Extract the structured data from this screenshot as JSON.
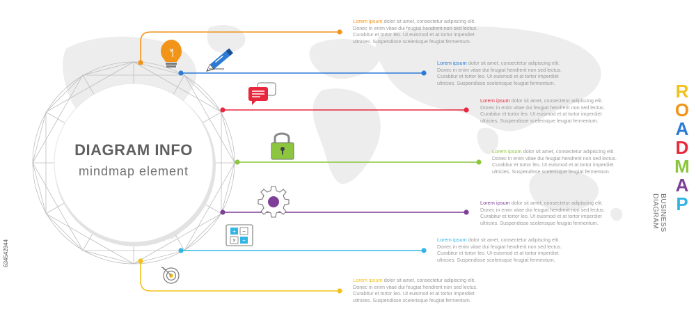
{
  "center": {
    "title": "DIAGRAM INFO",
    "subtitle": "mindmap  element"
  },
  "side": {
    "roadmap_letters": [
      {
        "ch": "R",
        "color": "#f2c21b"
      },
      {
        "ch": "O",
        "color": "#f29418"
      },
      {
        "ch": "A",
        "color": "#2b7bd6"
      },
      {
        "ch": "D",
        "color": "#e8273c"
      },
      {
        "ch": "M",
        "color": "#8cc63f"
      },
      {
        "ch": "A",
        "color": "#7e3f98"
      },
      {
        "ch": "P",
        "color": "#32b5e5"
      }
    ],
    "line1": "BUSINESS",
    "line2": "DIAGRAM"
  },
  "watermark": {
    "stock_id": "634542944"
  },
  "steps": [
    {
      "lead": "Lorem ipsum",
      "text": " dolor sit amet, consectetur adipiscing elit.\nDonec in enim vitae dui feugiat hendrerit non sed lectus.\nCurabitur et tortor leo. Ut euismod et at tortor imperdiet\nultricies. Suspendisse scelerisque feugiat fermentum.",
      "color": "#f29418",
      "icon": "lightbulb-icon"
    },
    {
      "lead": "Lorem ipsum",
      "text": " dolor sit amet, consectetur adipiscing elit.\nDonec in enim vitae dui feugiat hendrerit non sed lectus.\nCurabitur et tortor leo. Ut euismod et at tortor imperdiet\nultricies. Suspendisse scelerisque feugiat fermentum.",
      "color": "#2b7bd6",
      "icon": "pen-icon"
    },
    {
      "lead": "Lorem ipsum",
      "text": " dolor sit amet, consectetur adipiscing elit.\nDonec in enim vitae dui feugiat hendrerit non sed lectus.\nCurabitur et tortor leo. Ut euismod et at tortor imperdiet\nultricies. Suspendisse scelerisque feugiat fermentum.",
      "color": "#e8273c",
      "icon": "chat-icon"
    },
    {
      "lead": "Lorem ipsum",
      "text": " dolor sit amet, consectetur adipiscing elit.\nDonec in enim vitae dui feugiat hendrerit non sed lectus.\nCurabitur et tortor leo. Ut euismod et at tortor imperdiet\nultricies. Suspendisse scelerisque feugiat fermentum.",
      "color": "#8cc63f",
      "icon": "padlock-icon"
    },
    {
      "lead": "Lorem ipsum",
      "text": " dolor sit amet, consectetur adipiscing elit.\nDonec in enim vitae dui feugiat hendrerit non sed lectus.\nCurabitur et tortor leo. Ut euismod et at tortor imperdiet\nultricies. Suspendisse scelerisque feugiat fermentum.",
      "color": "#7e3f98",
      "icon": "gear-icon"
    },
    {
      "lead": "Lorem ipsum",
      "text": " dolor sit amet, consectetur adipiscing elit.\nDonec in enim vitae dui feugiat hendrerit non sed lectus.\nCurabitur et tortor leo. Ut euismod et at tortor imperdiet\nultricies. Suspendisse scelerisque feugiat fermentum.",
      "color": "#32b5e5",
      "icon": "calculator-icon"
    },
    {
      "lead": "Lorem ipsum",
      "text": " dolor sit amet, consectetur adipiscing elit.\nDonec in enim vitae dui feugiat hendrerit non sed lectus.\nCurabitur et tortor leo. Ut euismod et at tortor imperdiet\nultricies. Suspendisse scelerisque feugiat fermentum.",
      "color": "#f2c21b",
      "icon": "target-icon"
    }
  ]
}
